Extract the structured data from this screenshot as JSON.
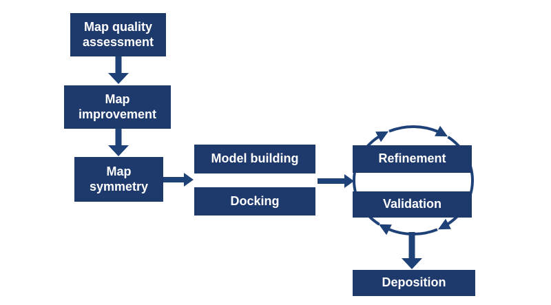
{
  "colors": {
    "box": "#1E3A6D",
    "arrow": "#1E4278",
    "text": "#FFFFFF",
    "background": "#FFFFFF"
  },
  "nodes": {
    "map_quality": {
      "label": "Map quality\nassessment"
    },
    "map_improvement": {
      "label": "Map\nimprovement"
    },
    "map_symmetry": {
      "label": "Map\nsymmetry"
    },
    "model_building": {
      "label": "Model building"
    },
    "docking": {
      "label": "Docking"
    },
    "refinement": {
      "label": "Refinement"
    },
    "validation": {
      "label": "Validation"
    },
    "deposition": {
      "label": "Deposition"
    }
  },
  "edges": [
    {
      "from": "Map quality assessment",
      "to": "Map improvement",
      "type": "arrow-down"
    },
    {
      "from": "Map improvement",
      "to": "Map symmetry",
      "type": "arrow-down"
    },
    {
      "from": "Map symmetry",
      "to": "Model building / Docking",
      "type": "arrow-right"
    },
    {
      "from": "Model building / Docking",
      "to": "Refinement / Validation",
      "type": "arrow-right"
    },
    {
      "from": "Refinement",
      "to": "Validation",
      "type": "clockwise-cycle"
    },
    {
      "from": "Refinement / Validation cycle",
      "to": "Deposition",
      "type": "arrow-down"
    }
  ]
}
